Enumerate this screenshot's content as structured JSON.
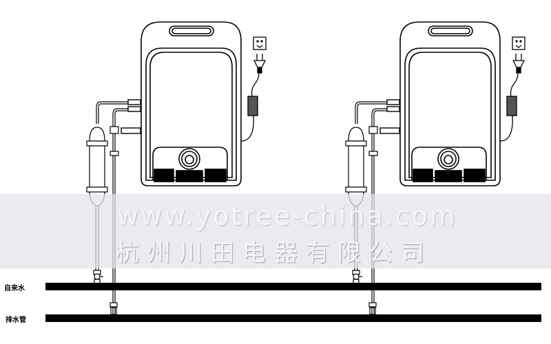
{
  "diagram": {
    "type": "installation-diagram",
    "units": 2,
    "labels": {
      "water_supply_pipe": "自来水",
      "drain_pipe": "排水管"
    },
    "watermark": {
      "url": "www.yotree-china.com",
      "company": "杭州川田电器有限公司"
    },
    "colors": {
      "line": "#000000",
      "band": "#e2e4e9",
      "watermark_text": "#f4f5f7"
    }
  }
}
